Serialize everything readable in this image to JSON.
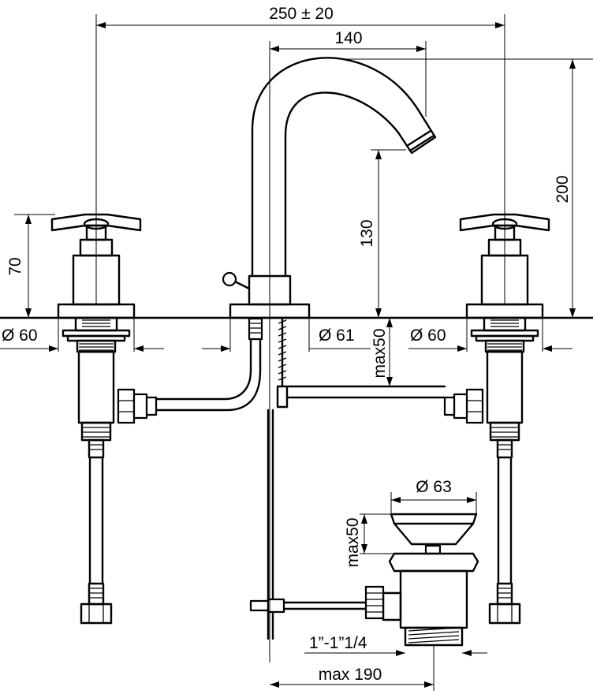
{
  "dimensions": {
    "overall_width": "250 ± 20",
    "spout_reach": "140",
    "height_total": "200",
    "spout_height": "130",
    "handle_height": "70",
    "dia_left_base": "Ø 60",
    "dia_center_base": "Ø 61",
    "dia_right_base": "Ø 60",
    "max_thickness": "max50",
    "dia_waste": "Ø 63",
    "waste_max": "max50",
    "thread_size": "1”-1”1/4",
    "max_waste_reach": "max 190"
  }
}
